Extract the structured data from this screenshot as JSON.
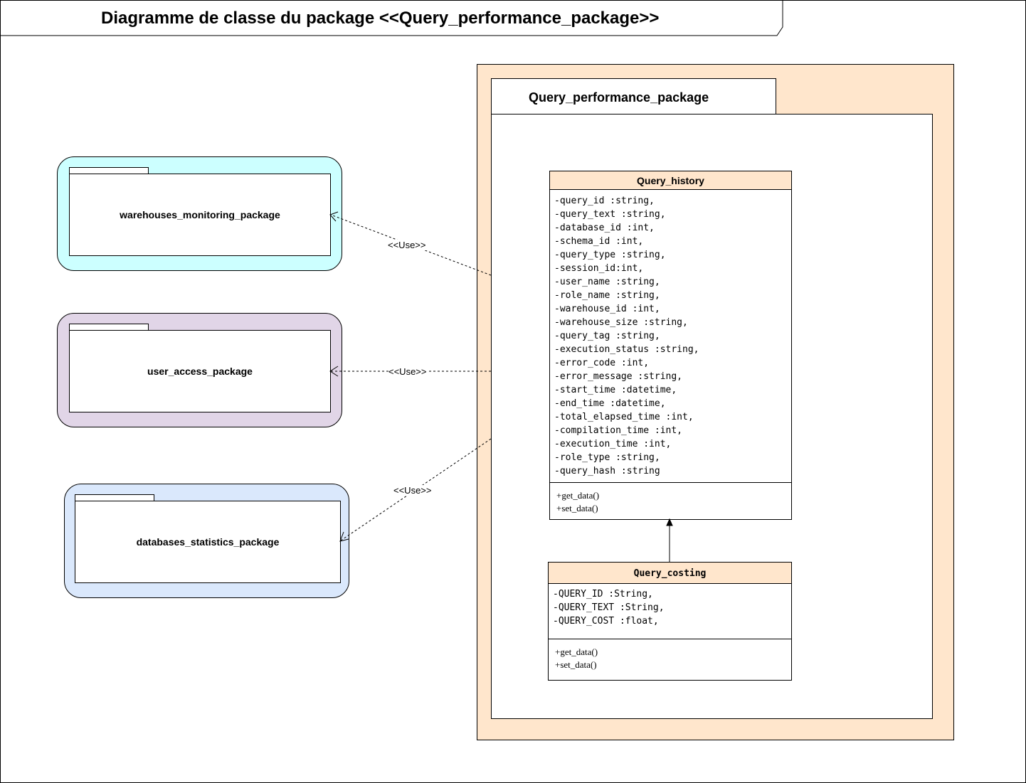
{
  "title": "Diagramme de classe du package <<Query_performance_package>>",
  "packages": [
    {
      "name": "warehouses_monitoring_package",
      "color": "#ccffff"
    },
    {
      "name": "user_access_package",
      "color": "#e1d5e7"
    },
    {
      "name": "databases_statistics_package",
      "color": "#dae8fc"
    }
  ],
  "main_package": {
    "name": "Query_performance_package",
    "color": "#ffe6cc"
  },
  "relations": [
    {
      "label": "<<Use>>",
      "from": "Query_performance_package",
      "to": "warehouses_monitoring_package"
    },
    {
      "label": "<<Use>>",
      "from": "Query_performance_package",
      "to": "user_access_package"
    },
    {
      "label": "<<Use>>",
      "from": "Query_performance_package",
      "to": "databases_statistics_package"
    }
  ],
  "classes": {
    "query_history": {
      "name": "Query_history",
      "attributes": [
        "-query_id :string,",
        "-query_text :string,",
        "-database_id :int,",
        "-schema_id :int,",
        "-query_type :string,",
        "-session_id:int,",
        "-user_name :string,",
        "-role_name :string,",
        "-warehouse_id :int,",
        "-warehouse_size :string,",
        "-query_tag :string,",
        "-execution_status :string,",
        "-error_code :int,",
        "-error_message :string,",
        "-start_time :datetime,",
        "-end_time :datetime,",
        "-total_elapsed_time :int,",
        "-compilation_time :int,",
        "-execution_time :int,",
        "-role_type :string,",
        "-query_hash :string"
      ],
      "operations": [
        "+get_data()",
        "+set_data()"
      ]
    },
    "query_costing": {
      "name": "Query_costing",
      "attributes": [
        "-QUERY_ID :String,",
        "-QUERY_TEXT :String,",
        "-QUERY_COST :float,"
      ],
      "operations": [
        "+get_data()",
        "+set_data()"
      ]
    }
  }
}
